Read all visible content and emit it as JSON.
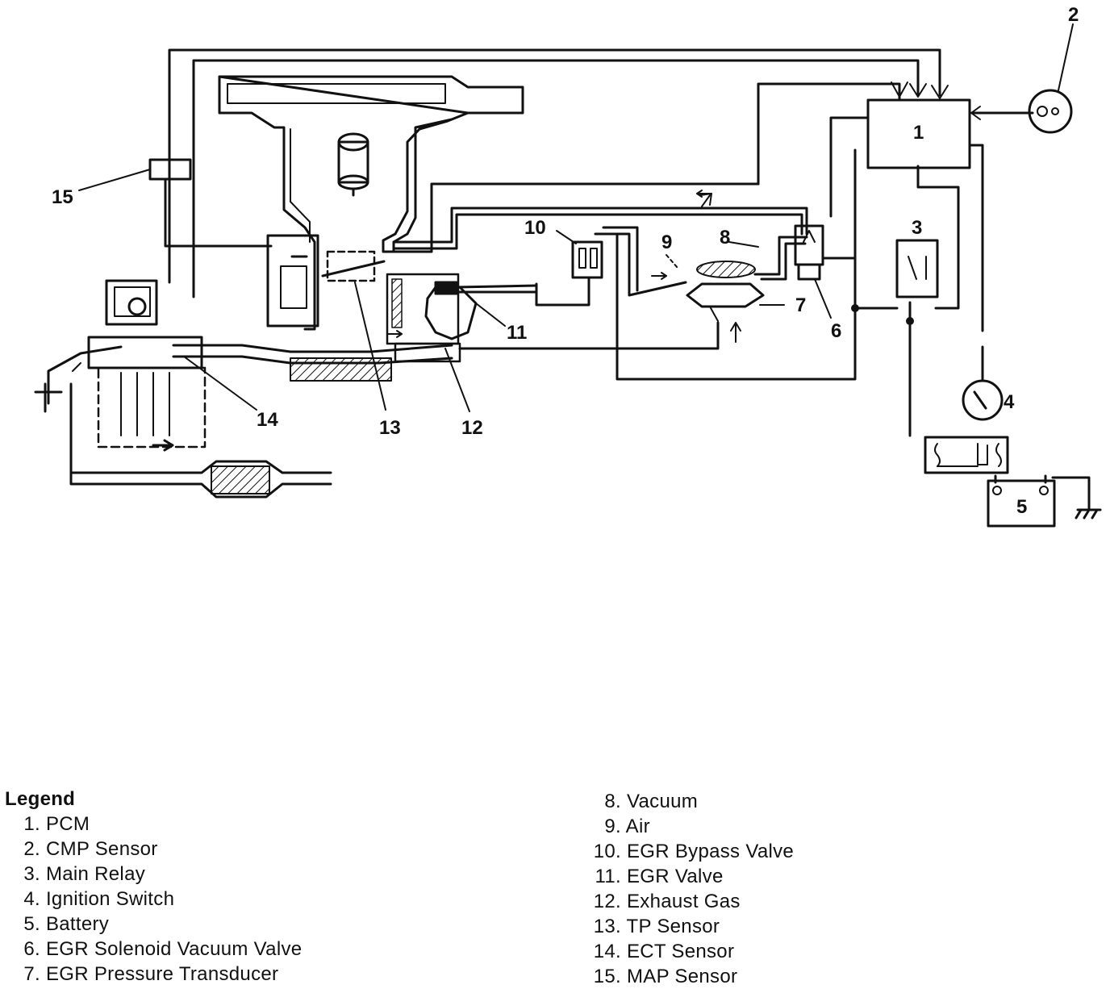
{
  "callouts": {
    "c1": "1",
    "c2": "2",
    "c3": "3",
    "c4": "4",
    "c5": "5",
    "c6": "6",
    "c7": "7",
    "c8": "8",
    "c9": "9",
    "c10": "10",
    "c11": "11",
    "c12": "12",
    "c13": "13",
    "c14": "14",
    "c15": "15"
  },
  "legend": {
    "title": "Legend",
    "items": [
      {
        "num": "1.",
        "label": "PCM"
      },
      {
        "num": "2.",
        "label": "CMP Sensor"
      },
      {
        "num": "3.",
        "label": "Main Relay"
      },
      {
        "num": "4.",
        "label": "Ignition Switch"
      },
      {
        "num": "5.",
        "label": "Battery"
      },
      {
        "num": "6.",
        "label": "EGR Solenoid Vacuum Valve"
      },
      {
        "num": "7.",
        "label": "EGR Pressure Transducer"
      },
      {
        "num": "8.",
        "label": "Vacuum"
      },
      {
        "num": "9.",
        "label": "Air"
      },
      {
        "num": "10.",
        "label": "EGR Bypass Valve"
      },
      {
        "num": "11.",
        "label": "EGR Valve"
      },
      {
        "num": "12.",
        "label": "Exhaust Gas"
      },
      {
        "num": "13.",
        "label": "TP Sensor"
      },
      {
        "num": "14.",
        "label": "ECT Sensor"
      },
      {
        "num": "15.",
        "label": "MAP Sensor"
      }
    ]
  }
}
